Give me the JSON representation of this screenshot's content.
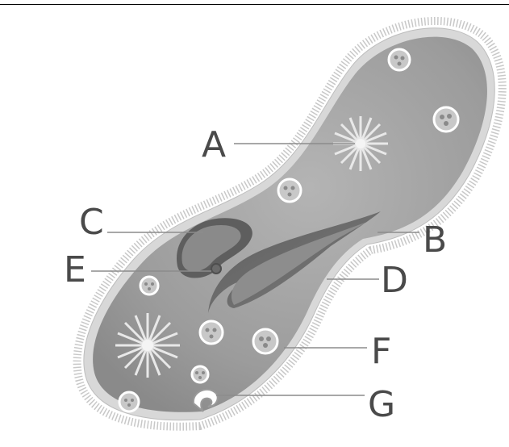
{
  "labels": {
    "a": "A",
    "b": "B",
    "c": "C",
    "d": "D",
    "e": "E",
    "f": "F",
    "g": "G"
  },
  "colors": {
    "cell_fill": "#9e9e9e",
    "membrane": "#d2d2d2",
    "groove": "#6a6a6a",
    "leader": "#8c8c8c",
    "label": "#4a4a4a"
  },
  "icons": [
    "contractile-vacuole-icon",
    "food-vacuole-icon",
    "nucleus-icon",
    "oral-groove-icon",
    "cilia-fringe-icon"
  ]
}
